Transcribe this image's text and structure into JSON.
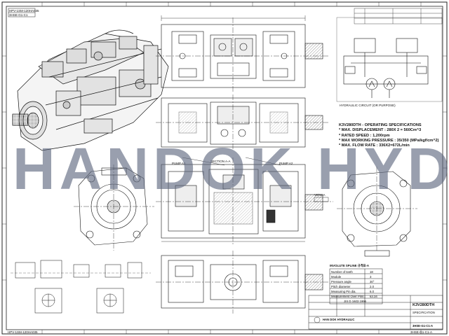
{
  "title_block_top": {
    "drawing_no": "HPV-1SM-120HA035",
    "sheet_ref": "3HSE-G1-C1"
  },
  "specs": {
    "heading": "K3V280DTH - OPERATING SPECIFICATIONS",
    "lines": [
      "* MAX. DISPLACEMENT : 280X 2 = 560Cm^3",
      "* RATED SPEED : 1,200rpm",
      "* MAX WORKING PRESSURE : 35/350 (MPa/kgf/cm^2)",
      "* MAX. FLOW RATE : 336X2=672L/min"
    ]
  },
  "watermark": "HANDOK HYD",
  "involute_table": {
    "heading": "INVOLUTE SPLINE 규격표-A",
    "rows": [
      [
        "Number of teeth",
        "18"
      ],
      [
        "Module",
        "3"
      ],
      [
        "Pressure angle",
        "30°"
      ],
      [
        "Pitch diameter",
        "2.0"
      ],
      [
        "Measuring Pin dia.",
        "6.0"
      ],
      [
        "Measurement Over Pins",
        "63.34"
      ],
      [
        "",
        "JIS D 1603 1996"
      ]
    ]
  },
  "title_block": {
    "model": "K3V280DTH",
    "doc_type": "SPECIFICATION",
    "company": "HAN DOK HYDRAULIC",
    "drawing_no": "3HSE-G1-C1-A"
  },
  "annotations": {
    "schematic_caption": "HYDRAULIC CIRCUIT (OR PURPOSE)",
    "view_a": "VIEW A",
    "section": "SECTION A-A",
    "pump_a1": "PUMP A1",
    "pump_a2": "PUMP A2",
    "footer_left": "HPV-1SM-120HA035",
    "footer_right": "3HSE-G1-C1-A"
  }
}
